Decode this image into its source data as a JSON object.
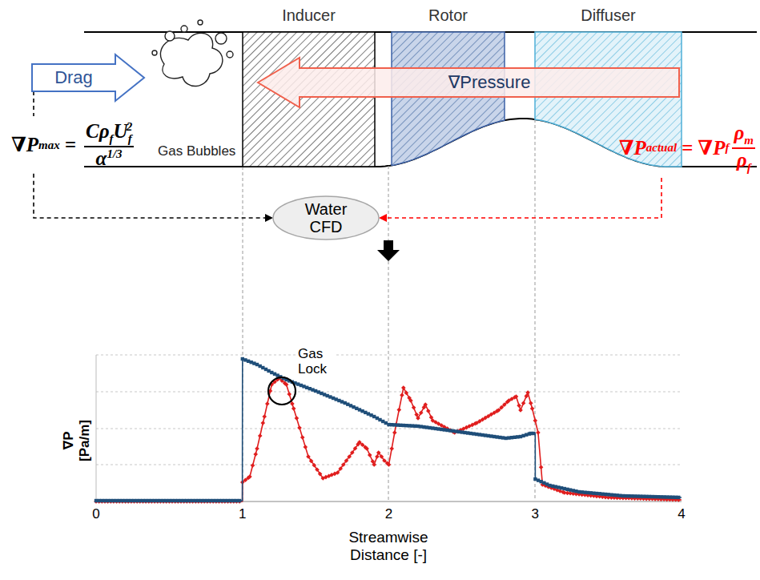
{
  "diagram": {
    "nodes": [
      {
        "text": [
          "Inducer"
        ]
      },
      {
        "text": [
          "Rotor"
        ]
      },
      {
        "text": [
          "Diffuser"
        ]
      },
      {
        "text": [
          "Drag"
        ]
      },
      {
        "text": [
          "∇Pressure"
        ]
      },
      {
        "text": [
          "Water CFD"
        ]
      }
    ],
    "edges": [
      {
        "from": 3,
        "to": 5,
        "arrow": "to"
      },
      {
        "from": 4,
        "to": 5,
        "arrow": "to"
      }
    ],
    "labels": [
      "Gas Bubbles",
      "∇P",
      "max",
      "=",
      "Cρ",
      "f",
      "U",
      "f",
      "2",
      "α",
      "1/3",
      "∇P",
      "actual",
      "=",
      "∇P",
      "f",
      "ρ",
      "m",
      "ρ",
      "f",
      "∇P [Pa/m]",
      "0",
      "1",
      "2",
      "3",
      "4",
      "Streamwise Distance [-]",
      "Gas Lock"
    ]
  }
}
